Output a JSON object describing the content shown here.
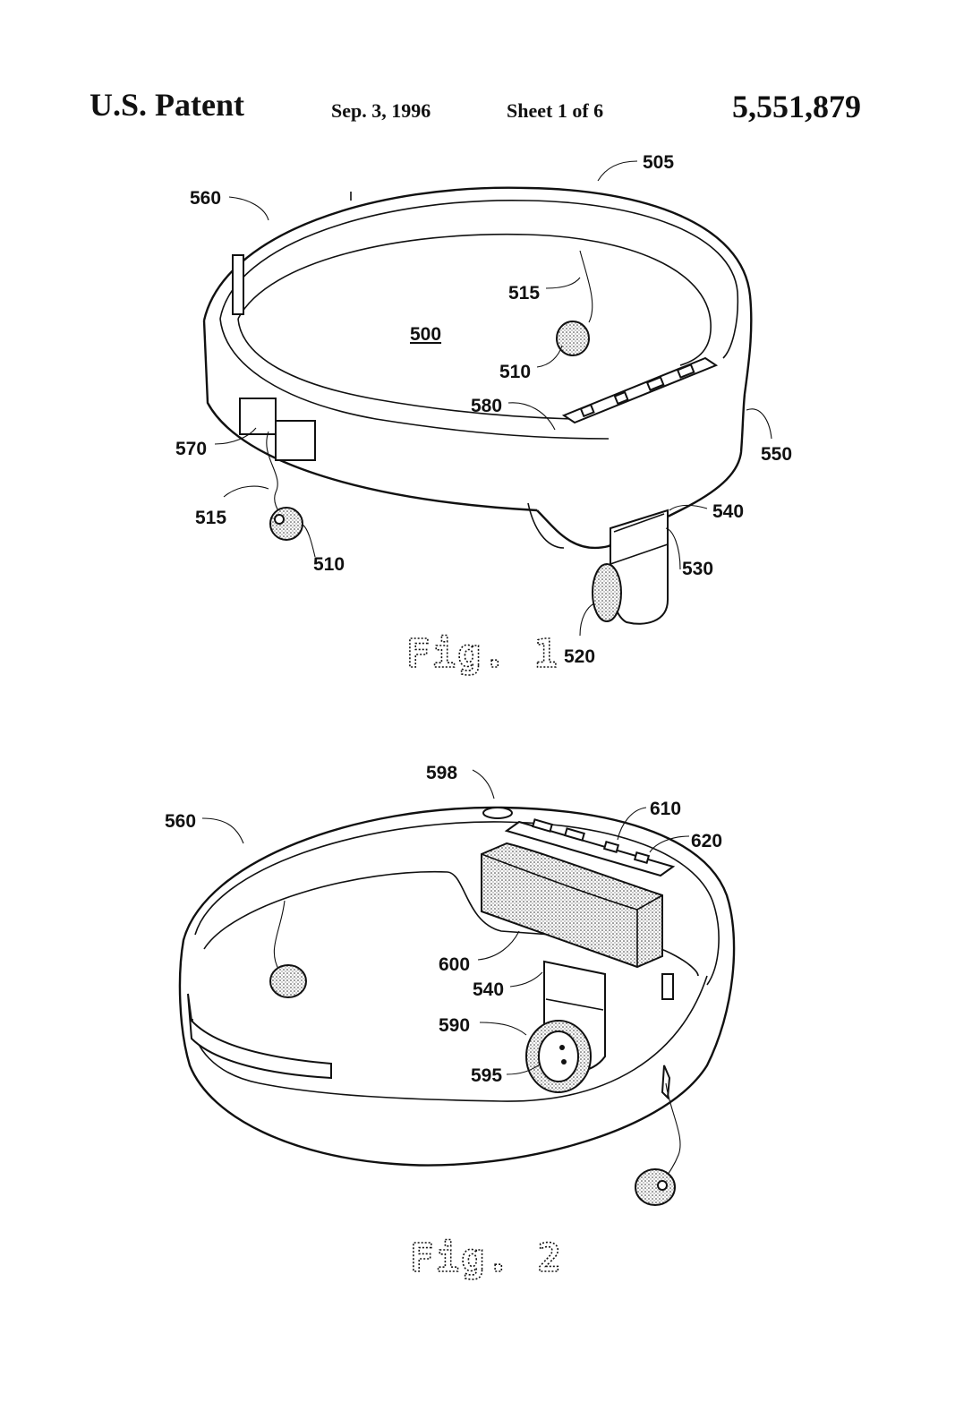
{
  "header": {
    "title": "U.S. Patent",
    "date": "Sep. 3, 1996",
    "sheet": "Sheet 1 of 6",
    "patent_number": "5,551,879"
  },
  "figure1": {
    "caption": "Fig. 1",
    "labels": {
      "l505": "505",
      "l560": "560",
      "l515a": "515",
      "l500": "500",
      "l510a": "510",
      "l580": "580",
      "l550": "550",
      "l570": "570",
      "l515b": "515",
      "l510b": "510",
      "l540": "540",
      "l530": "530",
      "l520": "520"
    }
  },
  "figure2": {
    "caption": "Fig. 2",
    "labels": {
      "l598": "598",
      "l560": "560",
      "l610": "610",
      "l620": "620",
      "l600": "600",
      "l540": "540",
      "l590": "590",
      "l595": "595"
    }
  }
}
